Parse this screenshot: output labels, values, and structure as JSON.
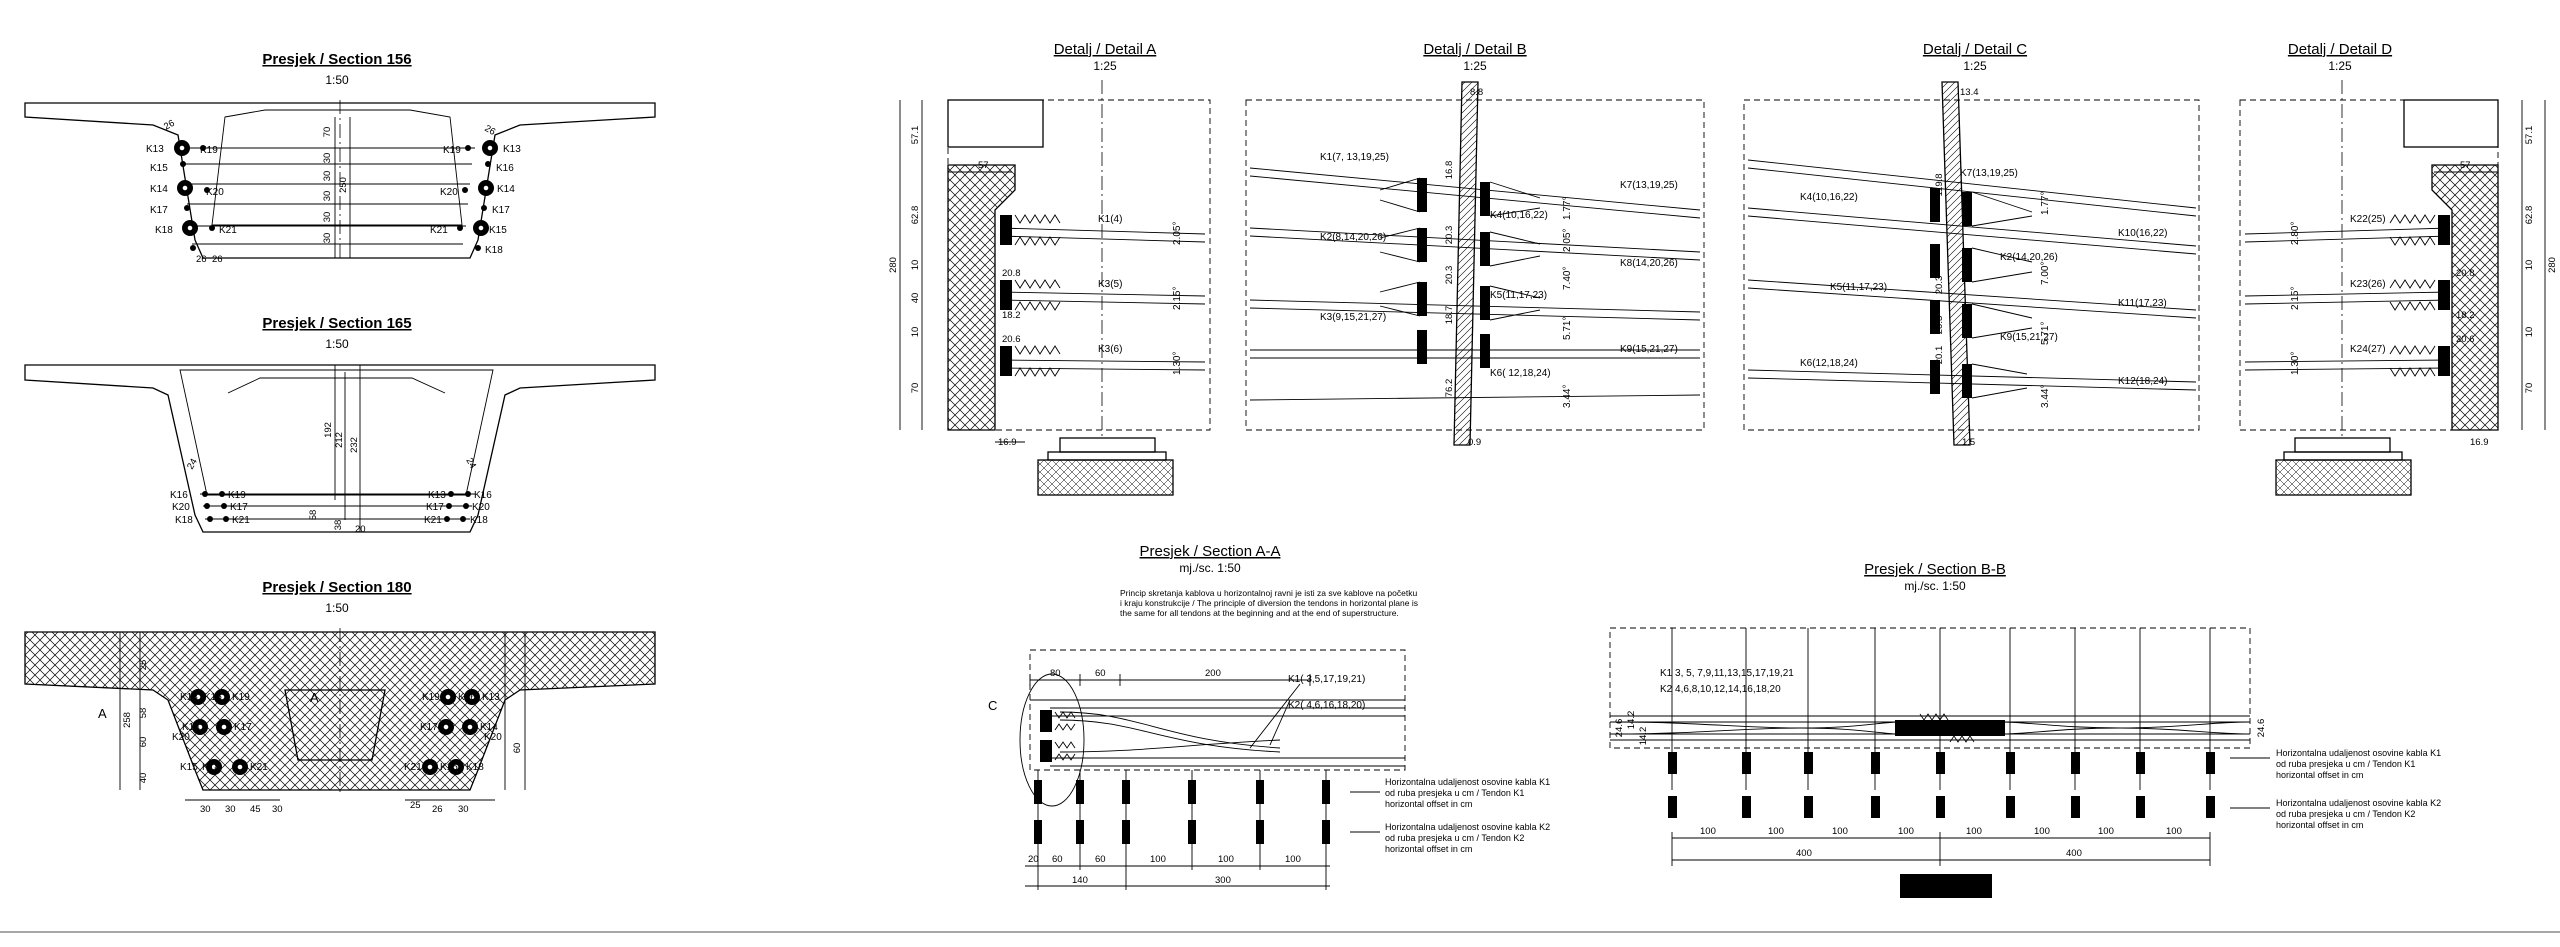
{
  "section156": {
    "title": "Presjek / Section 156",
    "scale": "1:50",
    "left_labels": [
      "K13",
      "K15",
      "K14",
      "K17",
      "K18"
    ],
    "right_labels": [
      "K13",
      "K16",
      "K14",
      "K17",
      "K15",
      "K18"
    ],
    "inner_left": [
      "K19",
      "K20",
      "K21"
    ],
    "inner_right": [
      "K19",
      "K20",
      "K21"
    ],
    "dims_v": [
      "70",
      "30",
      "30",
      "30",
      "30",
      "30",
      "250"
    ],
    "dims_top": [
      "26",
      "26"
    ],
    "dims_bottom": [
      "26",
      "26"
    ]
  },
  "section165": {
    "title": "Presjek / Section 165",
    "scale": "1:50",
    "dims_v": [
      "192",
      "212",
      "232"
    ],
    "dims_low": [
      "58",
      "38",
      "20"
    ],
    "left_labels": [
      "K16",
      "K20",
      "K18"
    ],
    "left_inner": [
      "K19",
      "K17",
      "K21"
    ],
    "right_labels": [
      "K16",
      "K20",
      "K18"
    ],
    "right_inner": [
      "K13",
      "K17",
      "K21"
    ],
    "dims_top": [
      "24",
      "24"
    ]
  },
  "section180": {
    "title": "Presjek / Section 180",
    "scale": "1:50",
    "cut": "A",
    "left_labels": [
      "K13",
      "K16",
      "K19",
      "K14",
      "K17",
      "K20",
      "K15",
      "K18",
      "K21"
    ],
    "right_labels": [
      "K19",
      "K16",
      "K13",
      "K17",
      "K14",
      "K20",
      "K21",
      "K15",
      "K18"
    ],
    "dims_v": [
      "25",
      "58",
      "60",
      "60",
      "40",
      "258"
    ],
    "dims_bottom": [
      "30",
      "30",
      "45",
      "30",
      "25",
      "26",
      "30"
    ]
  },
  "detailA": {
    "title": "Detalj / Detail A",
    "scale": "1:25",
    "dims_v": [
      "57.1",
      "62.8",
      "10",
      "20.8",
      "40",
      "10",
      "18.2",
      "20.6",
      "70",
      "280"
    ],
    "dims_h": [
      "57",
      "16.9"
    ],
    "labels": [
      "K1(4)",
      "K3(5)",
      "K3(6)"
    ],
    "angles": [
      "2.05°",
      "2.15°",
      "1.30°"
    ]
  },
  "detailB": {
    "title": "Detalj / Detail B",
    "scale": "1:25",
    "labels": [
      "K1(7, 13,19,25)",
      "K2(8,14,20,26)",
      "K3(9,15,21,27)",
      "K4(10,16,22)",
      "K5(11,17,23)",
      "K6( 12,18,24)",
      "K7(13,19,25)",
      "K8(14,20,26)",
      "K9(15,21,27)"
    ],
    "dims": [
      "8.8",
      "16.8",
      "20.3",
      "20.3",
      "18.7",
      "76.2",
      "0.9"
    ],
    "angles": [
      "1.77°",
      "2.05°",
      "7.40°",
      "5.71°",
      "3.44°"
    ]
  },
  "detailC": {
    "title": "Detalj / Detail C",
    "scale": "1:25",
    "labels": [
      "K7(13,19,25)",
      "K4(10,16,22)",
      "K10(16,22)",
      "K2(14,20,26)",
      "K5(11,17,23)",
      "K11(17,23)",
      "K9(15,21,27)",
      "K6(12,18,24)",
      "K12(18,24)"
    ],
    "dims": [
      "13.4",
      "119.8",
      "20.3",
      "20.3",
      "20.1",
      "1.5"
    ],
    "angles": [
      "1.77°",
      "7.00°",
      "5.71°",
      "3.44°"
    ]
  },
  "detailD": {
    "title": "Detalj / Detail D",
    "scale": "1:25",
    "dims_v": [
      "57.1",
      "62.8",
      "10",
      "20.8",
      "10",
      "18.2",
      "20.6",
      "70",
      "280"
    ],
    "dims_h": [
      "57",
      "16.9"
    ],
    "labels": [
      "K22(25)",
      "K23(26)",
      "K24(27)"
    ],
    "angles": [
      "2.80°",
      "2.15°",
      "1.30°"
    ]
  },
  "sectionAA": {
    "title": "Presjek / Section A-A",
    "scale": "mj./sc. 1:50",
    "note": "Princip skretanja kablova u horizontalnoj ravni je isti za sve kablove na početku i kraju konstrukcije / The principle of diversion the tendons in horizontal plane is the same for all tendons at the beginning and at the end of superstructure.",
    "detail_ref": "C",
    "top_dims": [
      "80",
      "60",
      "200"
    ],
    "cable_labels": [
      "K1( 3,5,17,19,21)",
      "K2( 4,6,16,18,20)"
    ],
    "bottom_dims": [
      "20",
      "60",
      "60",
      "100",
      "100",
      "100"
    ],
    "bottom_totals": [
      "140",
      "300"
    ],
    "legend": [
      "Horizontalna udaljenost osovine kabla K1",
      "od ruba presjeka u cm / Tendon K1",
      "horizontal offset in cm",
      "Horizontalna udaljenost osovine kabla K2",
      "od ruba presjeka u cm / Tendon K2",
      "horizontal offset in cm"
    ]
  },
  "sectionBB": {
    "title": "Presjek / Section B-B",
    "scale": "mj./sc. 1:50",
    "cable_labels": [
      "K1  3, 5, 7,9,11,13,15,17,19,21",
      "K2  4,6,8,10,12,14,16,18,20"
    ],
    "side_dims": [
      "24.6",
      "14.2",
      "14.2"
    ],
    "bottom_dims": [
      "100",
      "100",
      "100",
      "100",
      "100",
      "100",
      "100",
      "100"
    ],
    "bottom_totals": [
      "400",
      "400"
    ],
    "legend": [
      "Horizontalna udaljenost osovine kabla K1",
      "od ruba presjeka u cm / Tendon K1",
      "horizontal offset in cm",
      "Horizontalna udaljenost osovine kabla K2",
      "od ruba presjeka u cm / Tendon K2",
      "horizontal offset in cm"
    ]
  }
}
